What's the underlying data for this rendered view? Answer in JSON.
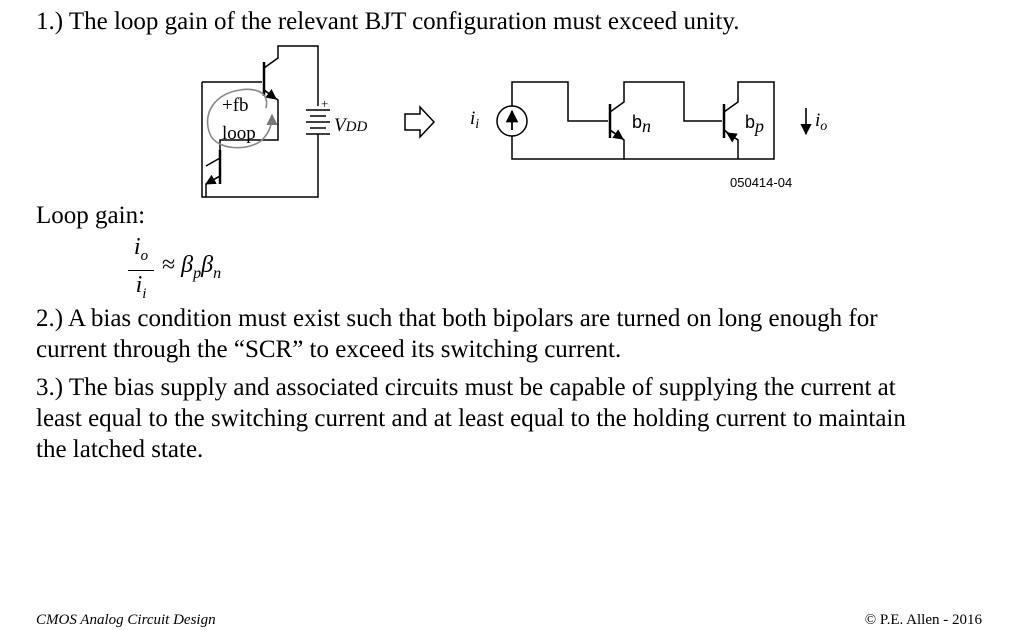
{
  "points": {
    "p1": "1.) The loop gain of the relevant BJT configuration must exceed unity.",
    "loop_gain_label": "Loop gain:",
    "p2_line1": "2.) A bias condition must exist such that both bipolars are turned on long enough for",
    "p2_line2": "current through the “SCR” to exceed its switching current.",
    "p3_line1": "3.) The bias supply and associated circuits must be capable of supplying the current at",
    "p3_line2": "least equal to the switching current and at least equal to the holding current to maintain",
    "p3_line3": "the latched state."
  },
  "formula": {
    "num": "i",
    "num_sub": "o",
    "den": "i",
    "den_sub": "i",
    "approx": "≈ ",
    "beta": "β",
    "sub_p": "p",
    "sub_n": "n"
  },
  "diagram": {
    "fb_label": "+fb",
    "loop_label": "loop",
    "plus_sign": "+",
    "vdd_main": "V",
    "vdd_sub": "DD",
    "ii_main": "i",
    "ii_sub": "i",
    "bn_main": "b",
    "bn_sub": "n",
    "bp_main": "b",
    "bp_sub": "p",
    "io_main": "i",
    "io_sub": "o",
    "figure_id": "050414-04"
  },
  "footer": {
    "left": "CMOS Analog Circuit Design",
    "right": "© P.E. Allen - 2016"
  }
}
